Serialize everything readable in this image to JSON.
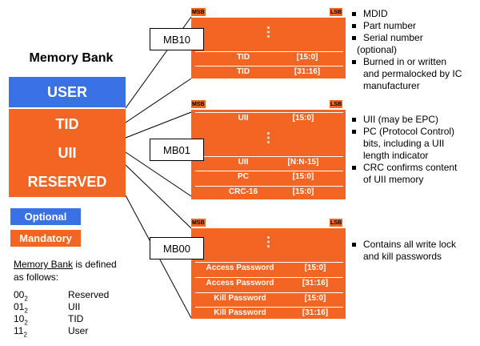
{
  "title": "Memory Bank",
  "banks": [
    "USER",
    "TID",
    "UII",
    "RESERVED"
  ],
  "legend": {
    "optional": "Optional",
    "mandatory": "Mandatory"
  },
  "definition": {
    "underlined": "Memory Bank",
    "rest": " is defined",
    "line2": "as follows:"
  },
  "codes": [
    {
      "bin": "00",
      "sub": "2",
      "name": "Reserved"
    },
    {
      "bin": "01",
      "sub": "2",
      "name": "UII"
    },
    {
      "bin": "10",
      "sub": "2",
      "name": "TID"
    },
    {
      "bin": "11",
      "sub": "2",
      "name": "User"
    }
  ],
  "tags": {
    "msb": "MSB",
    "lsb": "LSB",
    "dots": "⋮"
  },
  "mb10": {
    "label": "MB10",
    "rows": [
      {
        "label": "TID",
        "range": "[15:0]"
      },
      {
        "label": "TID",
        "range": "[31:16]"
      }
    ],
    "bullets": [
      "MDID",
      "Part number",
      "Serial number",
      "Burned in or written",
      "and permalocked by IC",
      "manufacturer"
    ],
    "optional_note": "(optional)"
  },
  "mb01": {
    "label": "MB01",
    "rows": [
      {
        "label": "UII",
        "range": "[15:0]"
      },
      {
        "label": "UII",
        "range": "[N:N-15]"
      },
      {
        "label": "PC",
        "range": "[15:0]"
      },
      {
        "label": "CRC-16",
        "range": "[15:0]"
      }
    ],
    "bullets": {
      "b1": "UII (may be EPC)",
      "b2a": "PC (Protocol Control)",
      "b2b": "bits, including a UII",
      "b2c": "length indicator",
      "b3a": "CRC confirms content",
      "b3b": "of UII memory"
    }
  },
  "mb00": {
    "label": "MB00",
    "rows": [
      {
        "label": "Access Password",
        "range": "[15:0]"
      },
      {
        "label": "Access Password",
        "range": "[31:16]"
      },
      {
        "label": "Kill Password",
        "range": "[15:0]"
      },
      {
        "label": "Kill Password",
        "range": "[31:16]"
      }
    ],
    "bullets": {
      "b1a": "Contains all write lock",
      "b1b": "and kill passwords"
    }
  },
  "colors": {
    "orange": "#f26522",
    "blue": "#3a72e6"
  }
}
